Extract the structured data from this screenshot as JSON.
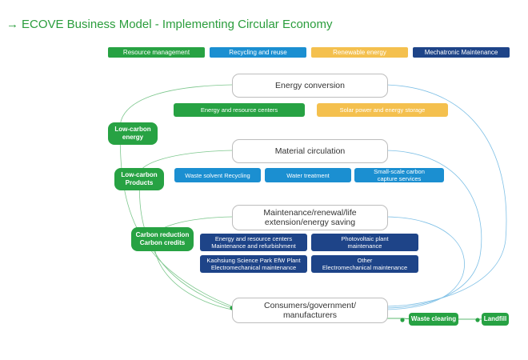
{
  "title": {
    "arrow": "→",
    "text": "ECOVE Business Model - Implementing Circular Economy"
  },
  "legend": {
    "resource": "Resource management",
    "recycling": "Recycling and reuse",
    "renewable": "Renewable energy",
    "mechatronic": "Mechatronic Maintenance"
  },
  "nodes": {
    "energy": "Energy conversion",
    "material": "Material circulation",
    "maintenance_1": "Maintenance/renewal/life",
    "maintenance_2": "extension/energy saving",
    "consumers_1": "Consumers/government/",
    "consumers_2": "manufacturers"
  },
  "tags": {
    "erc": "Energy and resource centers",
    "solar": "Solar power and energy storage",
    "solvent": "Waste solvent Recycling",
    "water": "Water treatment",
    "carbon_1": "Small-scale carbon",
    "carbon_2": "capture services",
    "m1_1": "Energy and resource centers",
    "m1_2": "Maintenance and refurbishment",
    "m2_1": "Photovoltaic plant",
    "m2_2": "maintenance",
    "m3_1": "Kaohsiung Science Park EfW Plant",
    "m3_2": "Electromechanical maintenance",
    "m4_1": "Other",
    "m4_2": "Electromechanical maintenance"
  },
  "side": {
    "lce_1": "Low-carbon",
    "lce_2": "energy",
    "lcp_1": "Low-carbon",
    "lcp_2": "Products",
    "cr_1": "Carbon reduction",
    "cr_2": "Carbon credits",
    "waste": "Waste clearing",
    "landfill": "Landfill"
  },
  "colors": {
    "green": "#27a243",
    "blue": "#1b8fd1",
    "yellow": "#f4c04e",
    "navy": "#1e4488"
  }
}
